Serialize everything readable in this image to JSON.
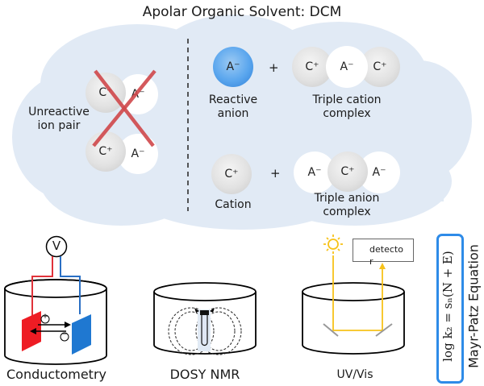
{
  "title": "Apolar Organic Solvent: DCM",
  "cloud": {
    "left_label": [
      "Unreactive",
      "ion pair"
    ],
    "ion_pair": {
      "top": [
        "C⁺",
        "A⁻"
      ],
      "bottom": [
        "C⁺",
        "A⁻"
      ],
      "crossed_out": true
    },
    "row1": {
      "species1": {
        "ion": "A⁻",
        "label": [
          "Reactive",
          "anion"
        ]
      },
      "plus": "+",
      "species2": {
        "ions": [
          "C⁺",
          "A⁻",
          "C⁺"
        ],
        "label": [
          "Triple cation",
          "complex"
        ]
      }
    },
    "row2": {
      "species1": {
        "ion": "C⁺",
        "label": [
          "Cation"
        ]
      },
      "plus": "+",
      "species2": {
        "ions": [
          "A⁻",
          "C⁺",
          "A⁻"
        ],
        "label": [
          "Triple anion",
          "complex"
        ]
      }
    }
  },
  "methods": [
    {
      "name": "Conductometry",
      "meter": "V",
      "plus": "+",
      "minus": "−"
    },
    {
      "name": "DOSY NMR"
    },
    {
      "name": "UV/Vis",
      "detector_label": "detecto\nr"
    }
  ],
  "equation": {
    "formula": "log k₂ = s_N(N + E)",
    "formula_display": "log k₂ = sₙ(N + E)",
    "name": "Mayr-Patz Equation"
  },
  "colors": {
    "cloud": "#e1eaf5",
    "cross": "#d0484b",
    "positive_electrode": "#ee1c24",
    "negative_electrode": "#1f78d1",
    "light": "#f7c21a",
    "equation_border": "#2e8be8",
    "reactive_anion": "#5aa6ee"
  }
}
